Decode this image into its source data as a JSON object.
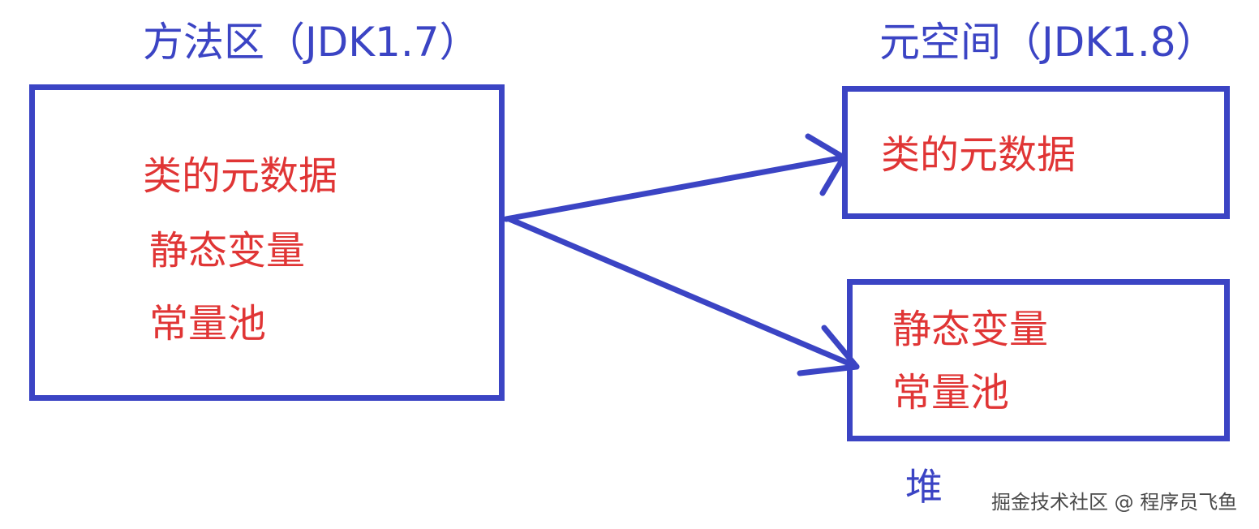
{
  "colors": {
    "shape": "#3b44c4",
    "content_text": "#e03535",
    "watermark": "#4a4a4a"
  },
  "left": {
    "title": "方法区（JDK1.7）",
    "items": [
      "类的元数据",
      "静态变量",
      "常量池"
    ]
  },
  "right_top": {
    "title": "元空间（JDK1.8）",
    "items": [
      "类的元数据"
    ]
  },
  "right_bottom": {
    "items": [
      "静态变量",
      "常量池"
    ],
    "label": "堆"
  },
  "watermark": "掘金技术社区 @ 程序员飞鱼"
}
